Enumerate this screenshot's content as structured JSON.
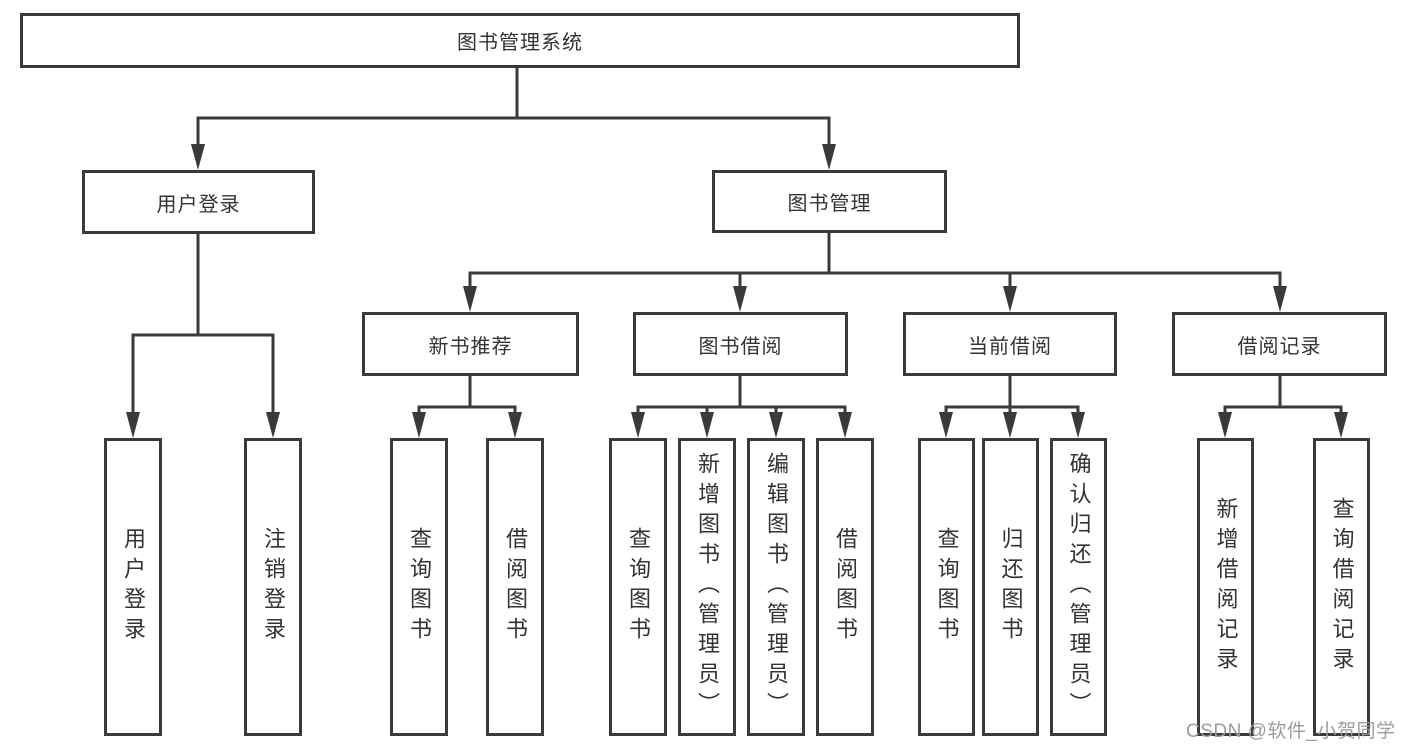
{
  "diagram": {
    "colors": {
      "line": "#3a3a3a",
      "box_background": "#ffffff",
      "text": "#333333",
      "watermark": "#9c9c9c"
    },
    "nodes": {
      "root": {
        "label": "图书管理系统"
      },
      "level2": [
        {
          "label": "用户登录"
        },
        {
          "label": "图书管理"
        }
      ],
      "level3": [
        {
          "label": "新书推荐"
        },
        {
          "label": "图书借阅"
        },
        {
          "label": "当前借阅"
        },
        {
          "label": "借阅记录"
        }
      ],
      "leaves": {
        "user_login": [
          {
            "label": "用户登录"
          },
          {
            "label": "注销登录"
          }
        ],
        "new_book": [
          {
            "label": "查询图书"
          },
          {
            "label": "借阅图书"
          }
        ],
        "book_borrow": [
          {
            "label": "查询图书"
          },
          {
            "label": "新增图书（管理员）"
          },
          {
            "label": "编辑图书（管理员）"
          },
          {
            "label": "借阅图书"
          }
        ],
        "current_borrow": [
          {
            "label": "查询图书"
          },
          {
            "label": "归还图书"
          },
          {
            "label": "确认归还（管理员）"
          }
        ],
        "borrow_record": [
          {
            "label": "新增借阅记录"
          },
          {
            "label": "查询借阅记录"
          }
        ]
      }
    },
    "watermark": {
      "text": "CSDN @软件_小贺同学"
    }
  }
}
